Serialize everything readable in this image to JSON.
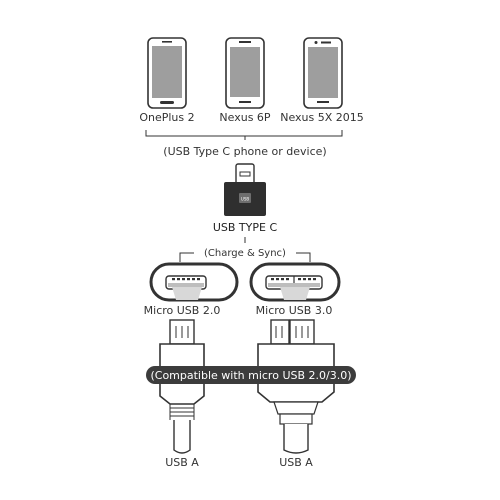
{
  "phones": [
    {
      "label": "OnePlus 2"
    },
    {
      "label": "Nexus 6P"
    },
    {
      "label": "Nexus 5X 2015"
    }
  ],
  "group_label": "(USB Type C phone or device)",
  "connector": {
    "label": "USB TYPE C",
    "chip": "USB"
  },
  "charge_label": "(Charge & Sync)",
  "ports": [
    {
      "label": "Micro USB 2.0",
      "cable_end": "USB A"
    },
    {
      "label": "Micro USB 3.0",
      "cable_end": "USB A"
    }
  ],
  "compat_label": "(Compatible with micro USB 2.0/3.0)",
  "colors": {
    "outline": "#333333",
    "screen": "#9e9e9e",
    "pill": "#3c3c3c",
    "connector": "#2f2f2f"
  }
}
